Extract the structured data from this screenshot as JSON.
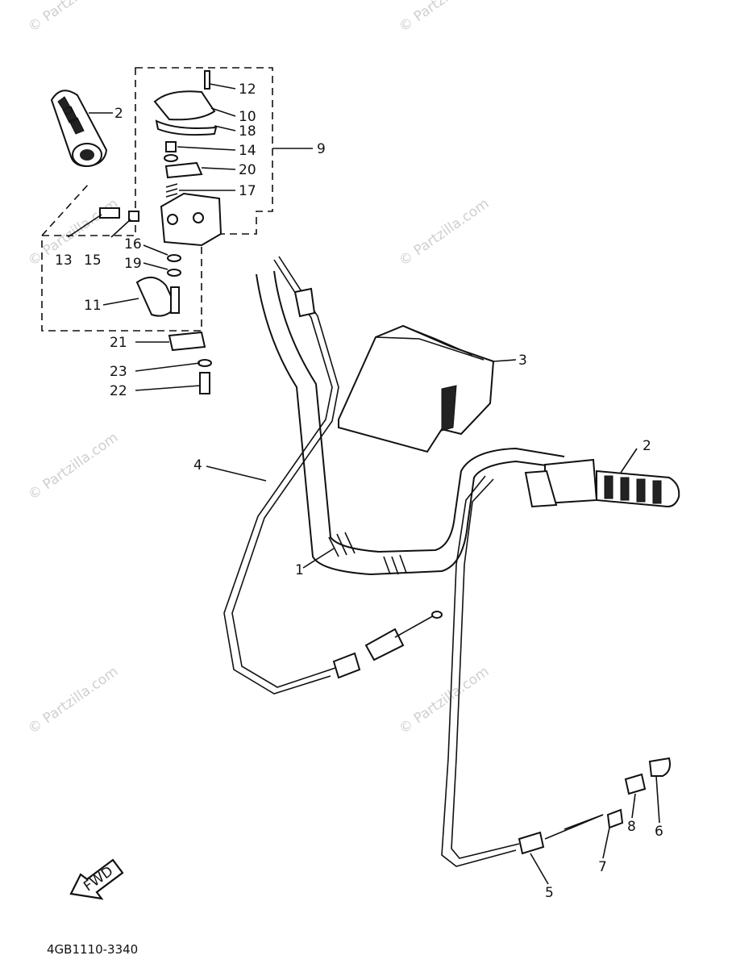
{
  "diagram": {
    "callouts": [
      {
        "id": "c1",
        "text": "1"
      },
      {
        "id": "c2a",
        "text": "2"
      },
      {
        "id": "c2b",
        "text": "2"
      },
      {
        "id": "c3",
        "text": "3"
      },
      {
        "id": "c4",
        "text": "4"
      },
      {
        "id": "c5",
        "text": "5"
      },
      {
        "id": "c6",
        "text": "6"
      },
      {
        "id": "c7",
        "text": "7"
      },
      {
        "id": "c8",
        "text": "8"
      },
      {
        "id": "c9",
        "text": "9"
      },
      {
        "id": "c10",
        "text": "10"
      },
      {
        "id": "c11",
        "text": "11"
      },
      {
        "id": "c12",
        "text": "12"
      },
      {
        "id": "c13",
        "text": "13"
      },
      {
        "id": "c14",
        "text": "14"
      },
      {
        "id": "c15",
        "text": "15"
      },
      {
        "id": "c16",
        "text": "16"
      },
      {
        "id": "c17",
        "text": "17"
      },
      {
        "id": "c18",
        "text": "18"
      },
      {
        "id": "c19",
        "text": "19"
      },
      {
        "id": "c20",
        "text": "20"
      },
      {
        "id": "c21",
        "text": "21"
      },
      {
        "id": "c22",
        "text": "22"
      },
      {
        "id": "c23",
        "text": "23"
      }
    ],
    "direction_badge": "FWD",
    "catalog_code": "4GB1110-3340",
    "watermark": "© Partzilla.com"
  }
}
